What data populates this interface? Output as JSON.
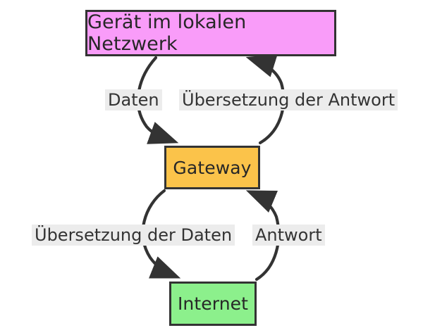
{
  "diagram": {
    "type": "flowchart",
    "orientation": "top-to-bottom",
    "background": "#ffffff",
    "nodes": [
      {
        "id": "device",
        "label": "Gerät im lokalen Netzwerk",
        "fill": "#f99cf9",
        "stroke": "#333333"
      },
      {
        "id": "gateway",
        "label": "Gateway",
        "fill": "#fbc34a",
        "stroke": "#333333"
      },
      {
        "id": "internet",
        "label": "Internet",
        "fill": "#8cf08c",
        "stroke": "#333333"
      }
    ],
    "edges": [
      {
        "id": "device-to-gateway",
        "from": "device",
        "to": "gateway",
        "label": "Daten"
      },
      {
        "id": "gateway-to-device",
        "from": "gateway",
        "to": "device",
        "label": "Übersetzung der Antwort"
      },
      {
        "id": "gateway-to-internet",
        "from": "gateway",
        "to": "internet",
        "label": "Übersetzung der Daten"
      },
      {
        "id": "internet-to-gateway",
        "from": "internet",
        "to": "gateway",
        "label": "Antwort"
      }
    ],
    "edge_label_background": "#ececec",
    "edge_color": "#333333"
  }
}
